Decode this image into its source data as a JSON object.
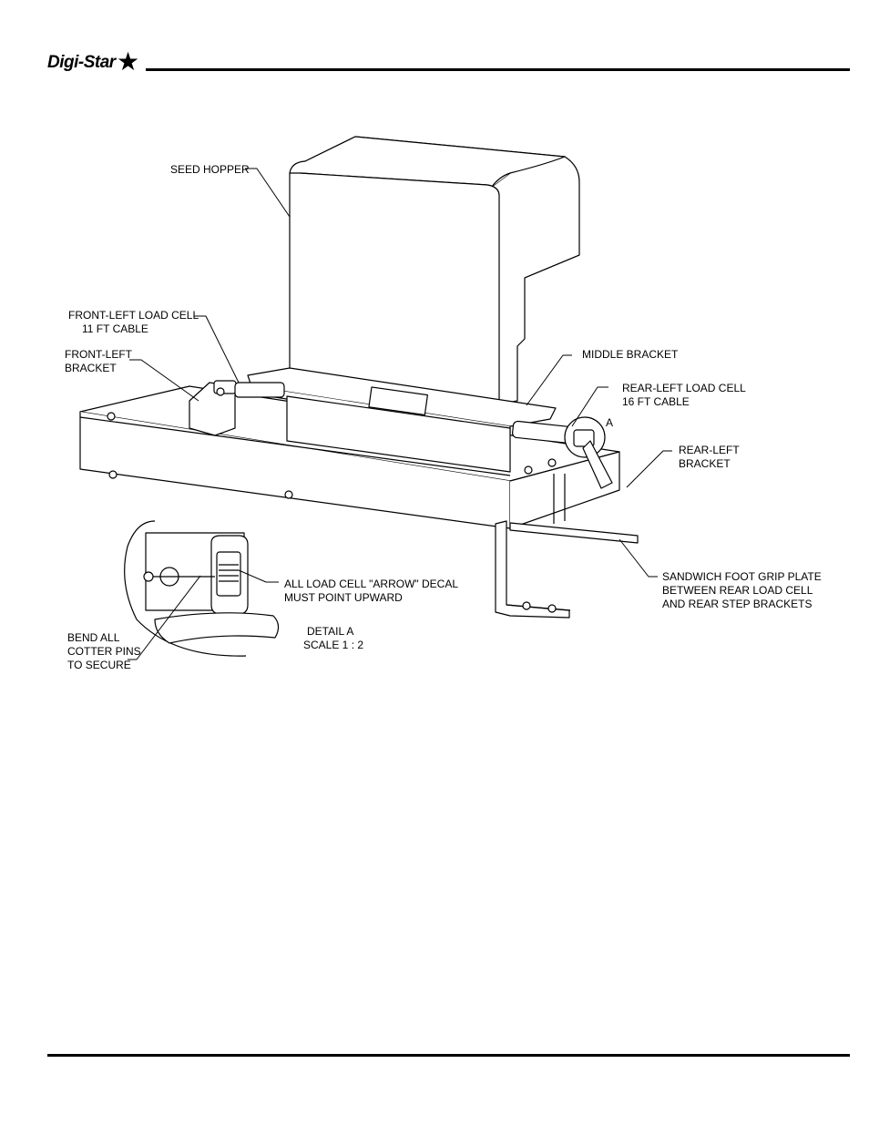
{
  "brand": {
    "logo_text": "Digi-Star",
    "logo_symbol": "★"
  },
  "callouts": {
    "seed_hopper": "SEED HOPPER",
    "front_left_load_cell": [
      "FRONT-LEFT LOAD CELL",
      "11 FT CABLE"
    ],
    "front_left_bracket": [
      "FRONT-LEFT",
      "BRACKET"
    ],
    "middle_bracket": "MIDDLE BRACKET",
    "rear_left_load_cell": [
      "REAR-LEFT LOAD CELL",
      "16 FT CABLE"
    ],
    "detail_marker": "A",
    "rear_left_bracket": [
      "REAR-LEFT",
      "BRACKET"
    ],
    "sandwich_plate": [
      "SANDWICH FOOT GRIP PLATE",
      "BETWEEN REAR LOAD CELL",
      "AND REAR STEP BRACKETS"
    ],
    "arrow_decal": [
      "ALL LOAD CELL \"ARROW\" DECAL",
      "MUST POINT UPWARD"
    ],
    "cotter_pins": [
      "BEND ALL",
      "COTTER PINS",
      "TO SECURE"
    ],
    "detail_a": [
      "DETAIL A",
      "SCALE 1 : 2"
    ]
  }
}
